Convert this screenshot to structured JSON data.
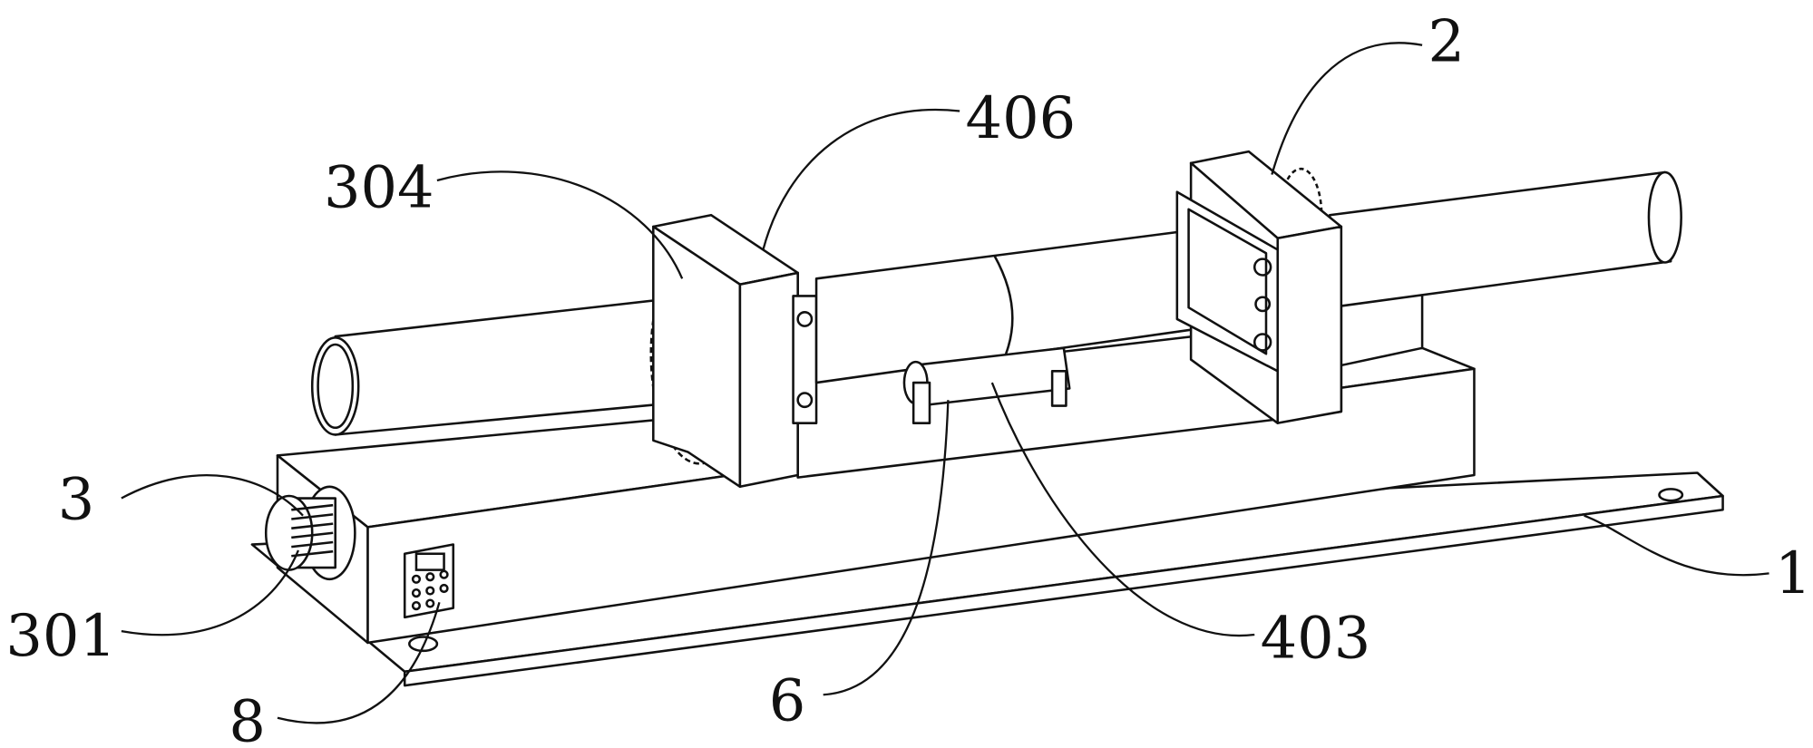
{
  "figure": {
    "labels": {
      "base": "1",
      "support_right": "2",
      "drive_motor": "3",
      "motor_gear": "301",
      "gear_ring": "304",
      "clamp": "403",
      "bearing_seat": "406",
      "sleeve": "6",
      "control_panel": "8"
    }
  }
}
